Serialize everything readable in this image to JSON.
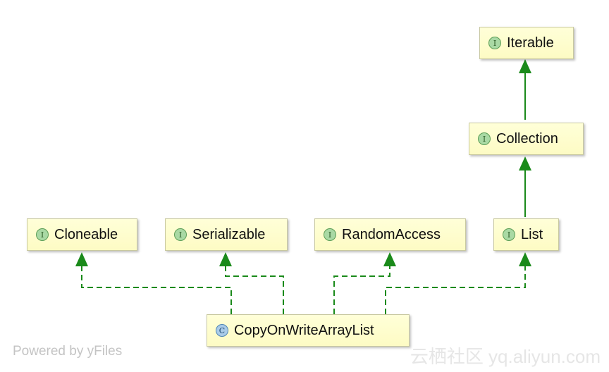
{
  "nodes": {
    "iterable": {
      "label": "Iterable",
      "kind": "interface",
      "badge": "I"
    },
    "collection": {
      "label": "Collection",
      "kind": "interface",
      "badge": "I"
    },
    "list": {
      "label": "List",
      "kind": "interface",
      "badge": "I"
    },
    "cloneable": {
      "label": "Cloneable",
      "kind": "interface",
      "badge": "I"
    },
    "serializable": {
      "label": "Serializable",
      "kind": "interface",
      "badge": "I"
    },
    "randomaccess": {
      "label": "RandomAccess",
      "kind": "interface",
      "badge": "I"
    },
    "cowal": {
      "label": "CopyOnWriteArrayList",
      "kind": "class",
      "badge": "C"
    }
  },
  "edges": [
    {
      "from": "collection",
      "to": "iterable",
      "style": "solid",
      "relation": "extends"
    },
    {
      "from": "list",
      "to": "collection",
      "style": "solid",
      "relation": "extends"
    },
    {
      "from": "cowal",
      "to": "cloneable",
      "style": "dashed",
      "relation": "implements"
    },
    {
      "from": "cowal",
      "to": "serializable",
      "style": "dashed",
      "relation": "implements"
    },
    {
      "from": "cowal",
      "to": "randomaccess",
      "style": "dashed",
      "relation": "implements"
    },
    {
      "from": "cowal",
      "to": "list",
      "style": "dashed",
      "relation": "implements"
    }
  ],
  "colors": {
    "edge": "#1a8a1a",
    "node_bg": "#ffffd8",
    "node_border": "#c8c8a0"
  },
  "footer": "Powered by yFiles",
  "watermark": "云栖社区 yq.aliyun.com"
}
